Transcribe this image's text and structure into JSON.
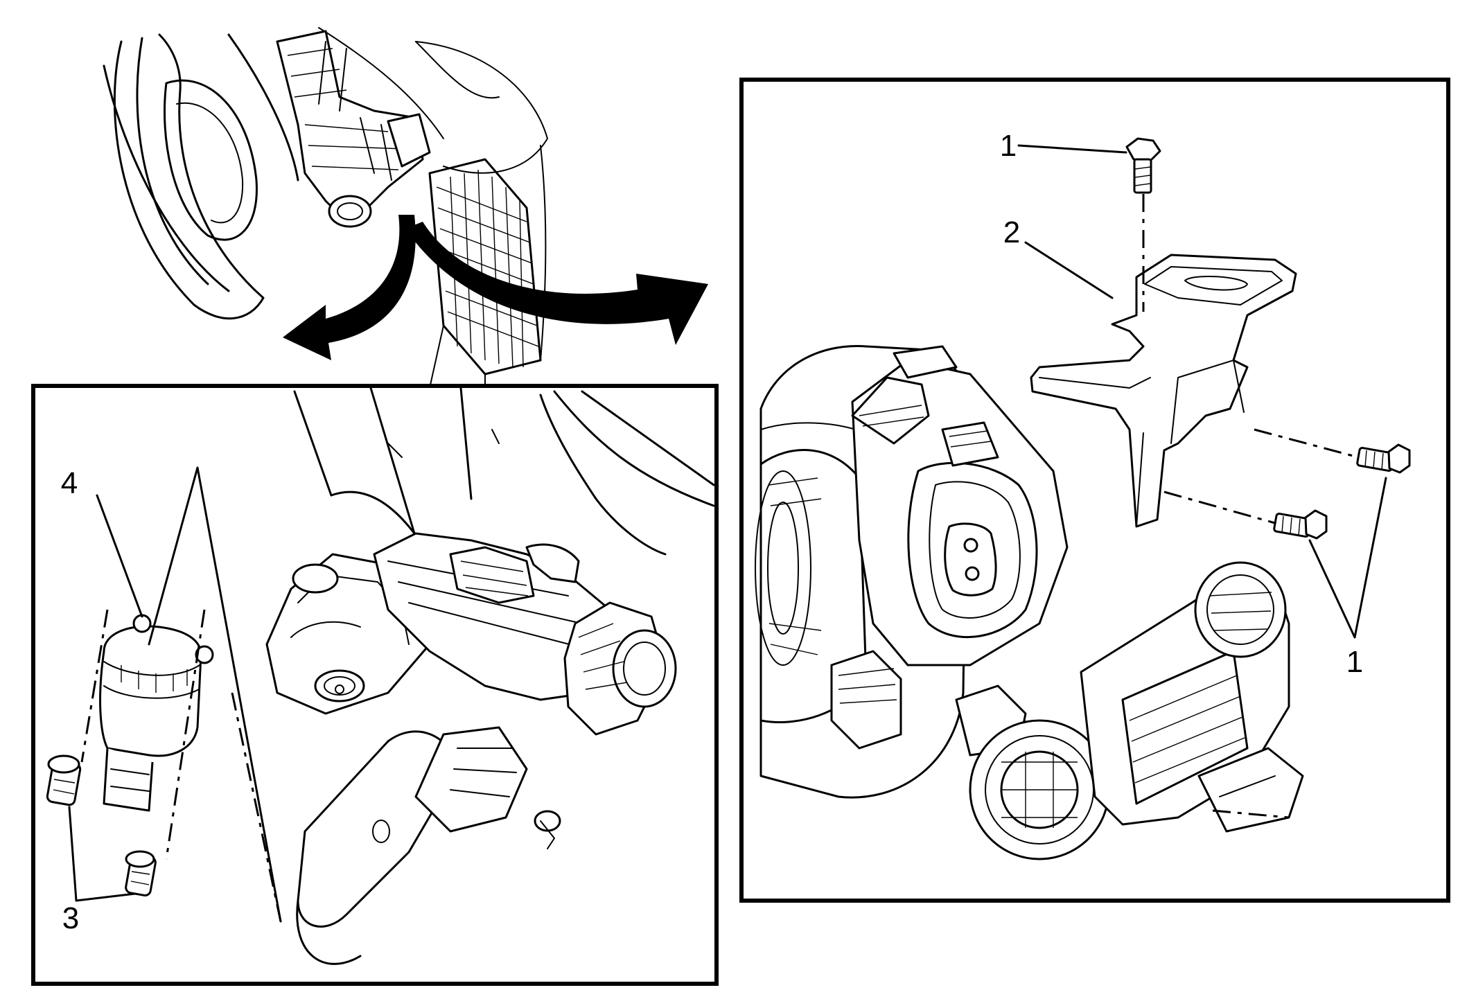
{
  "callouts": {
    "top_bolt": "1",
    "bracket": "2",
    "side_bolts": "1",
    "switch_screws": "3",
    "switch": "4"
  }
}
